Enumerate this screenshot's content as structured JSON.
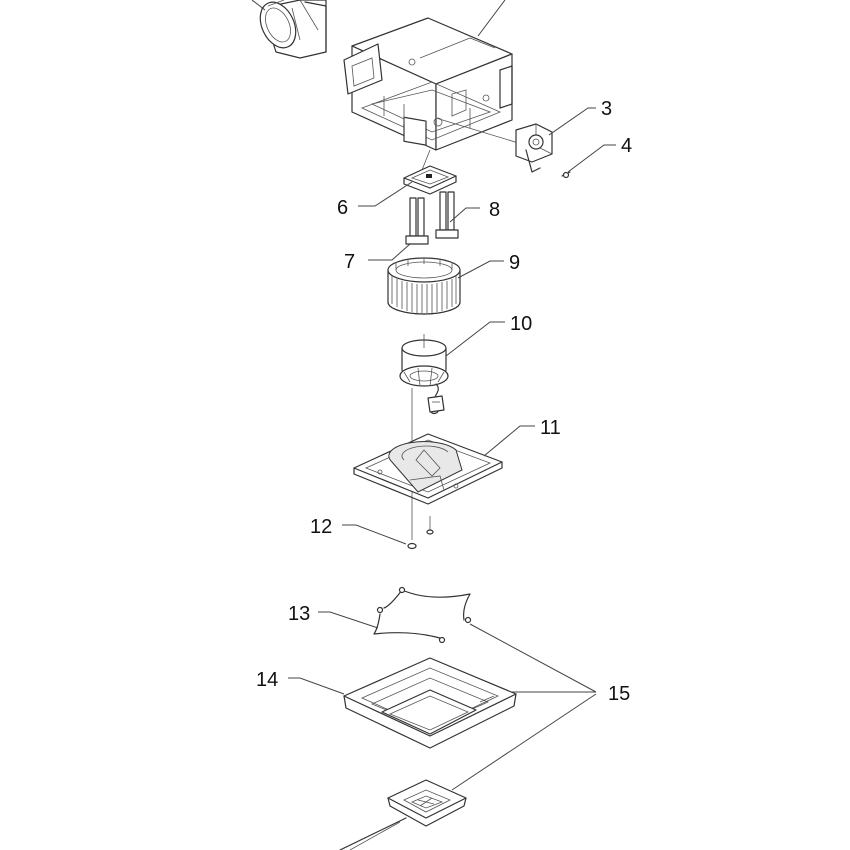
{
  "callouts": {
    "c3": "3",
    "c4": "4",
    "c6": "6",
    "c7": "7",
    "c8": "8",
    "c9": "9",
    "c10": "10",
    "c11": "11",
    "c12": "12",
    "c13": "13",
    "c14": "14",
    "c15": "15"
  }
}
